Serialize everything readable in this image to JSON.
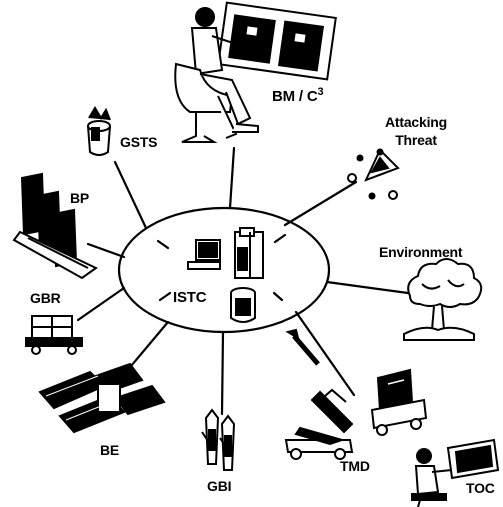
{
  "labels": {
    "bm_c3_base": "BM / C",
    "bm_c3_sup": "3",
    "attacking": "Attacking",
    "threat": "Threat",
    "environment": "Environment",
    "toc": "TOC",
    "tmd": "TMD",
    "gbi": "GBI",
    "be": "BE",
    "gbr": "GBR",
    "bp": "BP",
    "gsts": "GSTS",
    "istc": "ISTC"
  },
  "colors": {
    "ink": "#000000",
    "paper": "#ffffff"
  }
}
